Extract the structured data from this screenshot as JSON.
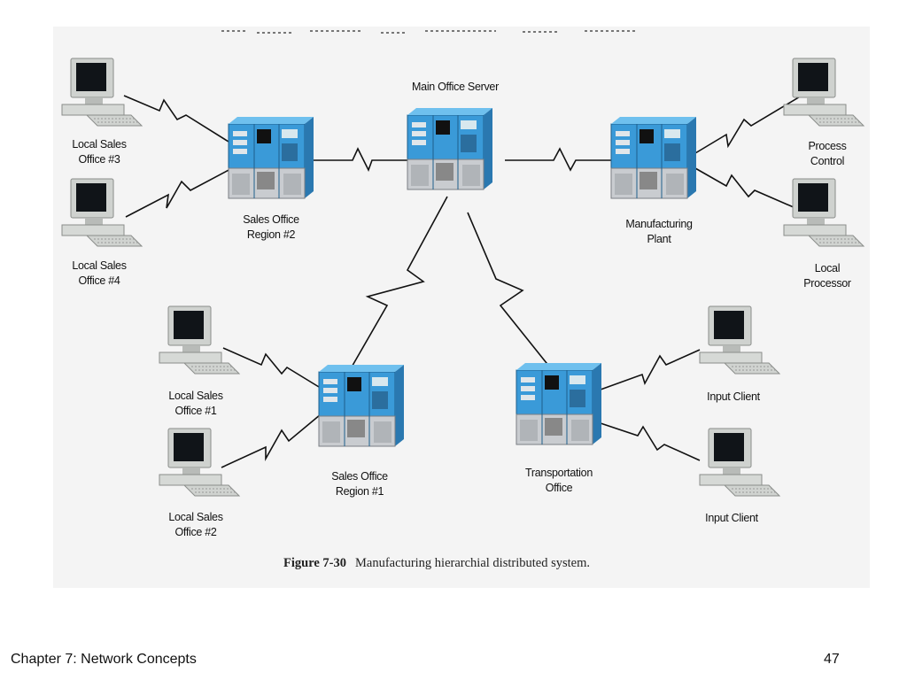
{
  "figure": {
    "caption_number": "Figure 7-30",
    "caption_text": "Manufacturing hierarchial distributed system."
  },
  "nodes": {
    "main_server": "Main Office Server",
    "sales_region_2": "Sales Office\nRegion #2",
    "sales_region_1": "Sales Office\nRegion #1",
    "manufacturing_plant": "Manufacturing\nPlant",
    "transportation_office": "Transportation\nOffice",
    "local_sales_3": "Local Sales\nOffice #3",
    "local_sales_4": "Local Sales\nOffice #4",
    "local_sales_1": "Local Sales\nOffice #1",
    "local_sales_2": "Local Sales\nOffice #2",
    "process_control": "Process\nControl",
    "local_processor": "Local\nProcessor",
    "input_client_1": "Input Client",
    "input_client_2": "Input Client"
  },
  "footer": {
    "chapter": "Chapter 7:  Network Concepts",
    "page": "47"
  },
  "colors": {
    "server_blue": "#3a9ad8",
    "server_base": "#c9ccd0",
    "monitor_body": "#cfd2cf",
    "screen": "#101418"
  }
}
